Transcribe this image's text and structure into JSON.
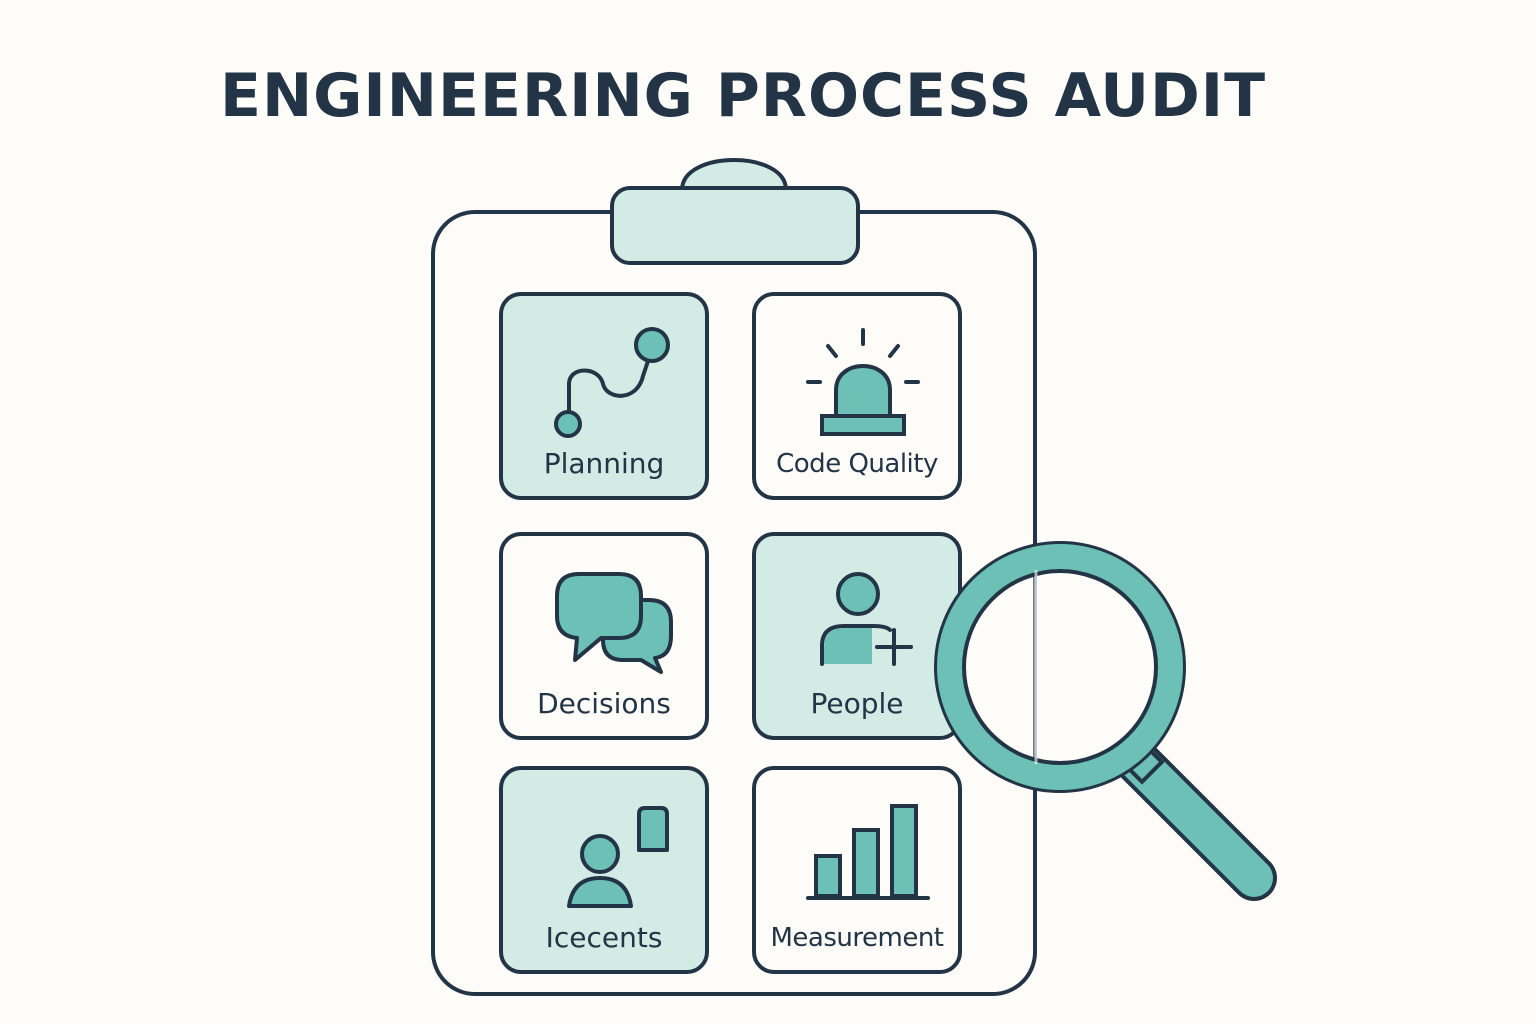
{
  "title": "ENGINEERING PROCESS AUDIT",
  "colors": {
    "ink": "#233446",
    "teal": "#6cc0b5",
    "teal_light": "#d2ebe5",
    "background": "#fdfcf8"
  },
  "tiles": [
    {
      "label": "Planning",
      "icon": "roadmap-path-icon",
      "filled": true
    },
    {
      "label": "Code Quality",
      "icon": "alert-siren-icon",
      "filled": false
    },
    {
      "label": "Decisions",
      "icon": "chat-bubbles-icon",
      "filled": false
    },
    {
      "label": "People",
      "icon": "add-person-icon",
      "filled": true
    },
    {
      "label": "Icecents",
      "icon": "person-with-note-icon",
      "filled": true
    },
    {
      "label": "Measurement",
      "icon": "bar-chart-icon",
      "filled": false
    }
  ],
  "decor": {
    "clipboard": "clipboard-icon",
    "magnifier": "magnifying-glass-icon"
  }
}
